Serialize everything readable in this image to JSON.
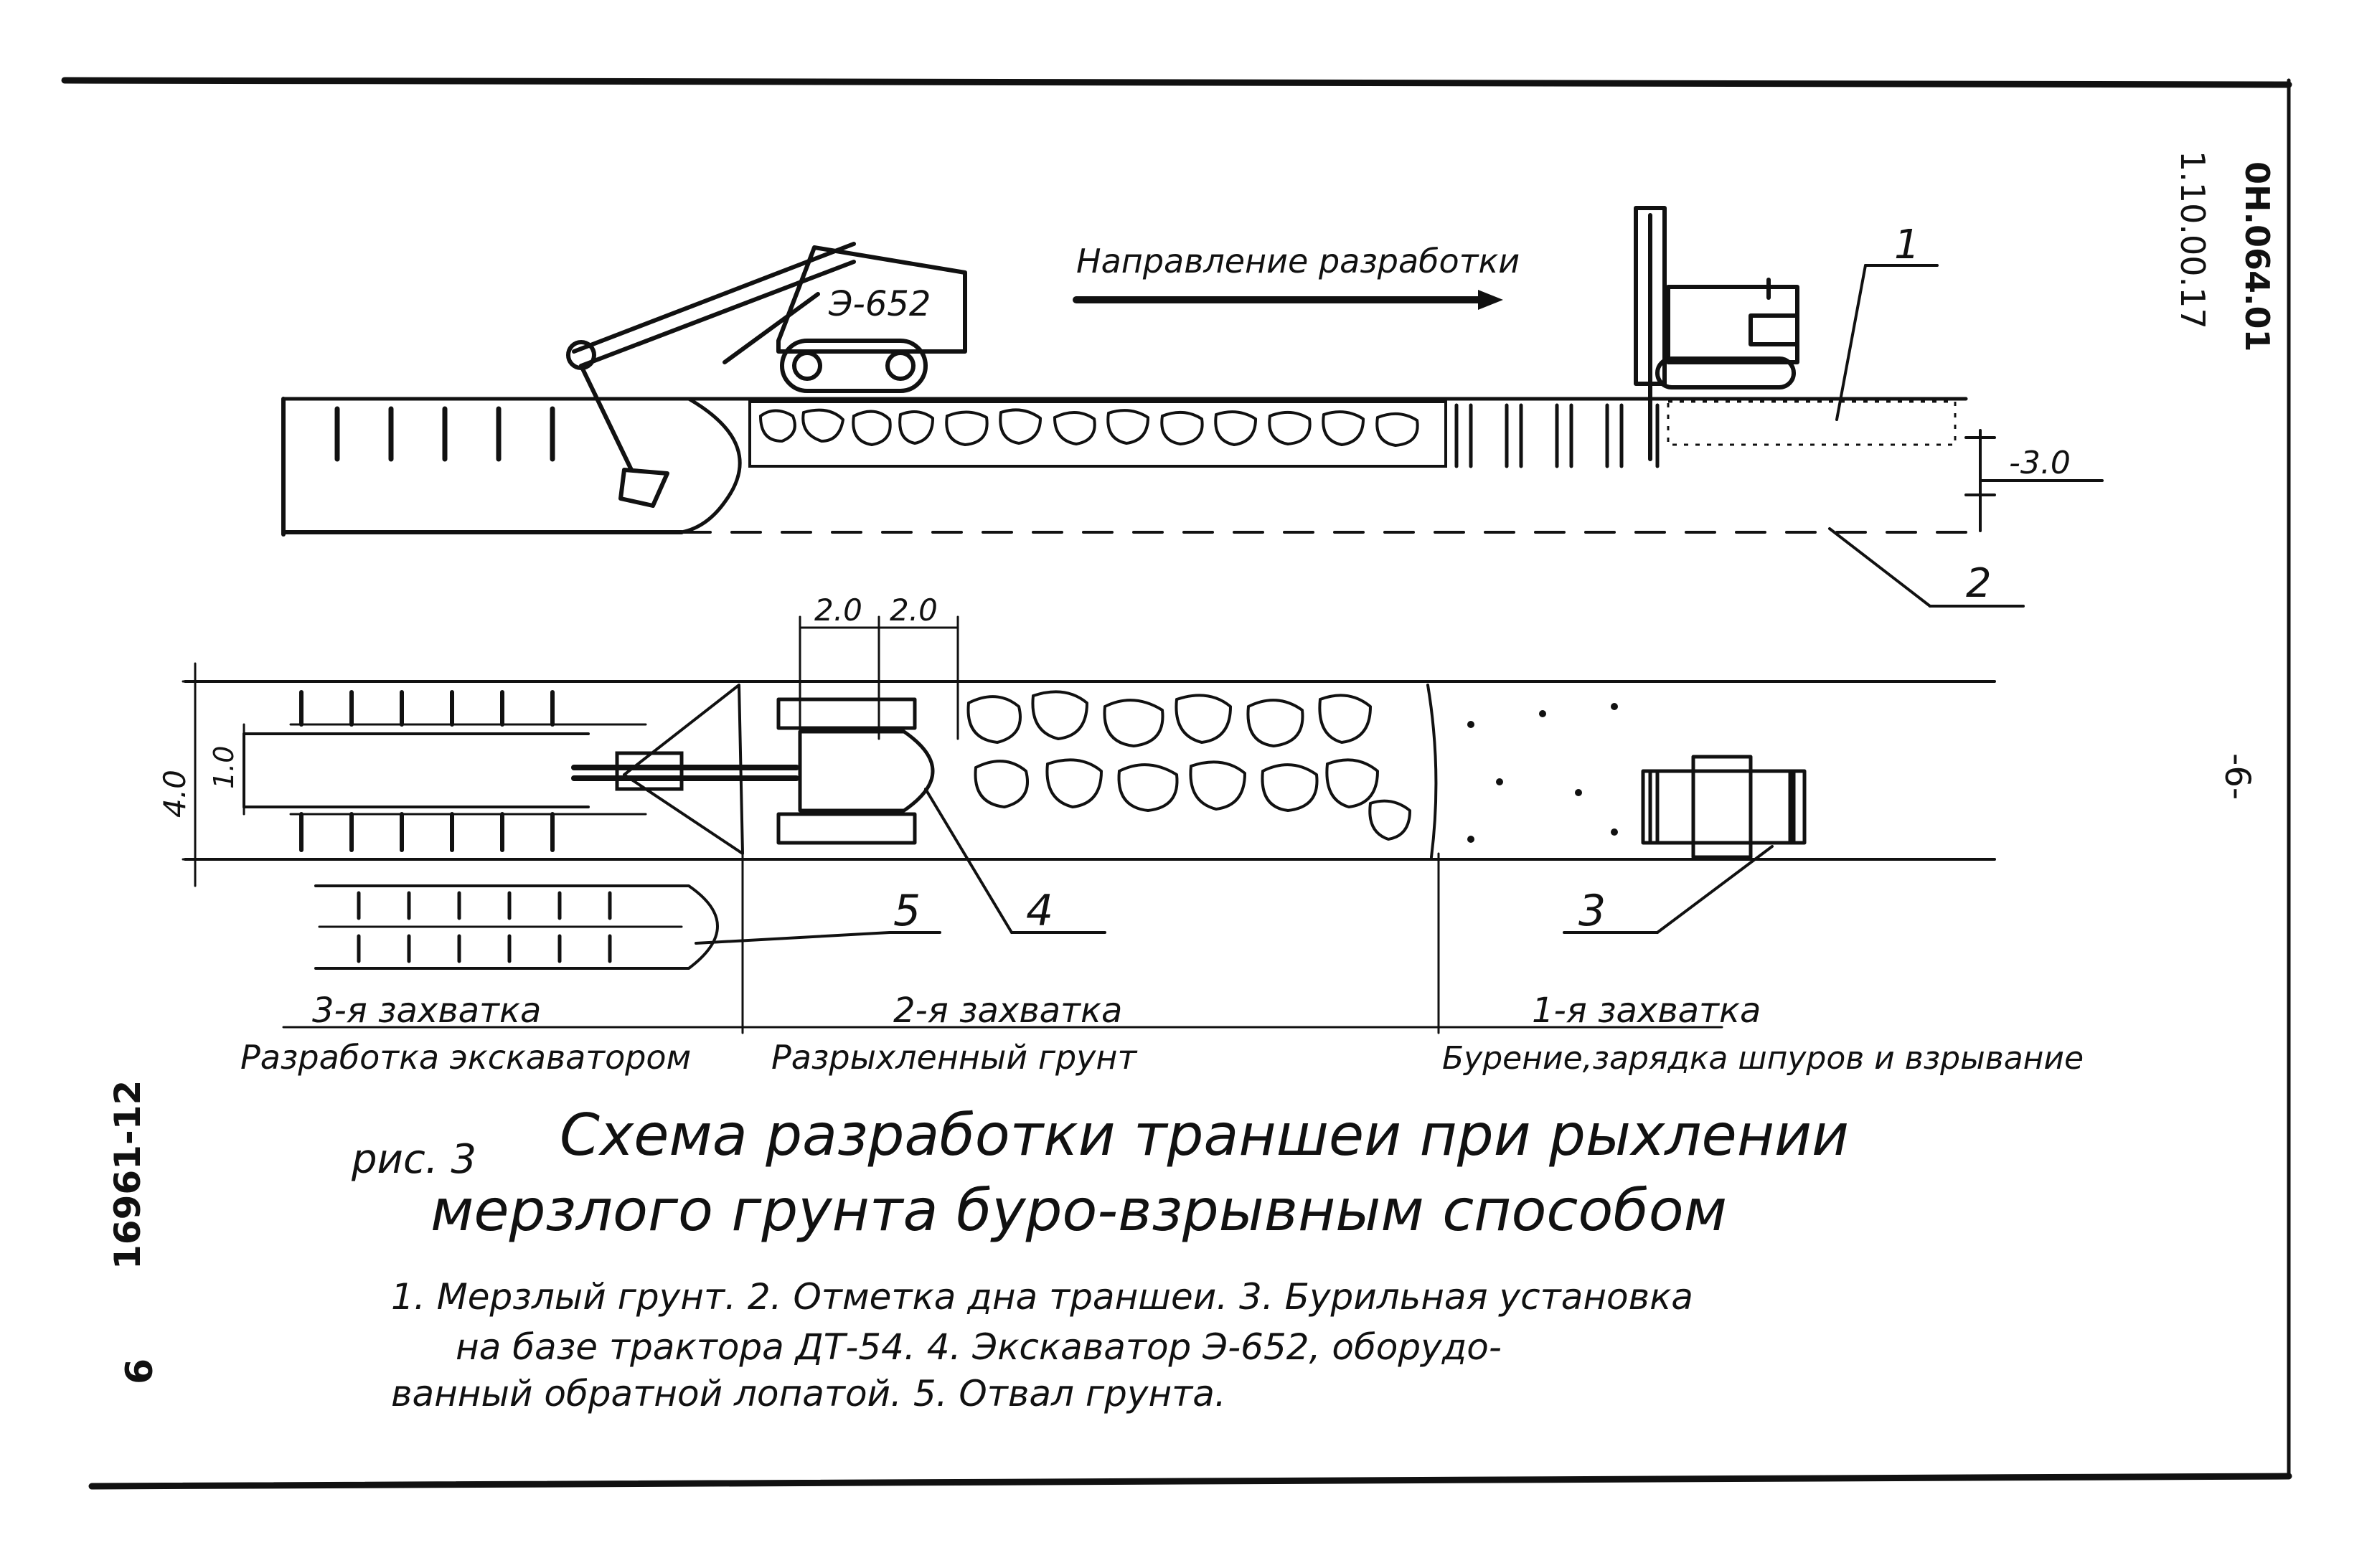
{
  "document": {
    "doc_code": "0Н.064.01",
    "doc_number": "1.10.00.17",
    "page_marker": "-6-",
    "archive_number": "16961-12",
    "sheet_number": "6"
  },
  "diagram": {
    "direction_label": "Направление разработки",
    "excavator_label": "Э-652",
    "depth_mark": "-3.0",
    "dim_top_1": "2.0",
    "dim_top_2": "2.0",
    "dim_width_outer": "4.0",
    "dim_width_inner": "1.0",
    "callouts": [
      "1",
      "2",
      "3",
      "4",
      "5"
    ],
    "zones": [
      {
        "name": "3-я захватка",
        "desc": "Разработка экскаватором"
      },
      {
        "name": "2-я захватка",
        "desc": "Разрыхленный грунт"
      },
      {
        "name": "1-я захватка",
        "desc": "Бурение,зарядка шпуров и взрывание"
      }
    ]
  },
  "caption": {
    "prefix": "рис. 3",
    "title_line1": "Схема разработки траншеи при рыхлении",
    "title_line2": "мерзлого грунта буро-взрывным способом"
  },
  "legend": {
    "line1": "1. Мерзлый грунт. 2. Отметка дна траншеи. 3. Бурильная установка",
    "line2": "на базе трактора ДТ-54. 4. Экскаватор Э-652, оборудо-",
    "line3": "ванный обратной лопатой. 5. Отвал грунта."
  }
}
